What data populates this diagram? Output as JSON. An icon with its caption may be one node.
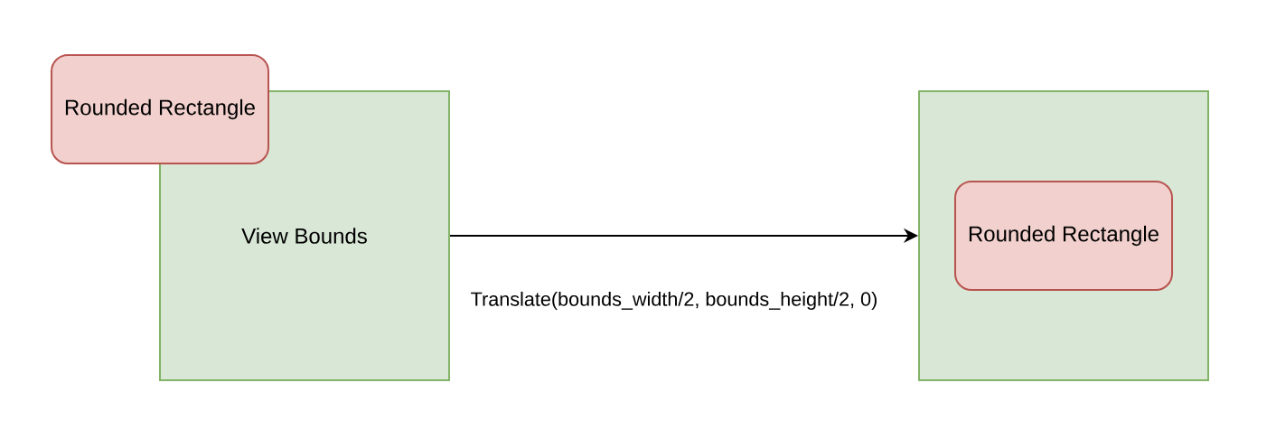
{
  "diagram": {
    "nodes": [
      {
        "text": [
          "View Bounds"
        ]
      },
      {
        "text": [
          "Rounded Rectangle"
        ]
      },
      {
        "text": [],
        "shape": "box"
      },
      {
        "text": [
          "Rounded Rectangle"
        ],
        "in": 2
      }
    ],
    "edges": [
      {
        "from": 0,
        "to": 2,
        "arrow": "to",
        "label": "Translate(bounds_width/2, bounds_height/2, 0)"
      }
    ]
  }
}
